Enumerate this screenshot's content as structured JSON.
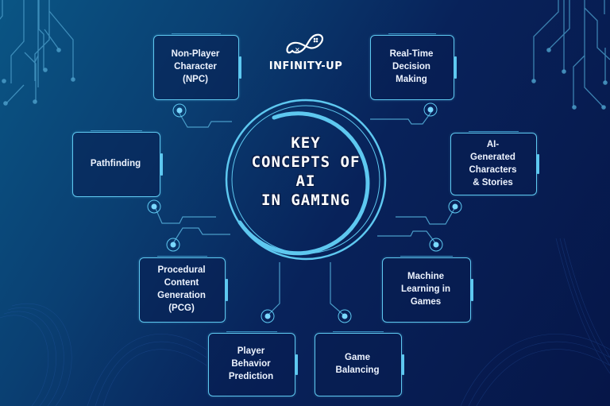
{
  "brand": {
    "name": "INFINITY-UP",
    "icon": "infinity-gamepad-icon"
  },
  "center": {
    "title": "KEY\nCONCEPTS OF\nAI\nIN GAMING"
  },
  "colors": {
    "accent": "#5ec8f0",
    "accent_dim": "#3a8fc0",
    "background_dark": "#061648",
    "background_light": "#0a5584",
    "text": "#eef4ff"
  },
  "nodes": [
    {
      "id": "npc",
      "label": "Non-Player\nCharacter\n(NPC)"
    },
    {
      "id": "realtime",
      "label": "Real-Time\nDecision\nMaking"
    },
    {
      "id": "pathfinding",
      "label": "Pathfinding"
    },
    {
      "id": "ai-generated",
      "label": "AI-\nGenerated\nCharacters\n& Stories"
    },
    {
      "id": "pcg",
      "label": "Procedural\nContent\nGeneration\n(PCG)"
    },
    {
      "id": "ml",
      "label": "Machine\nLearning in\nGames"
    },
    {
      "id": "player-behavior",
      "label": "Player\nBehavior\nPrediction"
    },
    {
      "id": "balancing",
      "label": "Game\nBalancing"
    }
  ]
}
